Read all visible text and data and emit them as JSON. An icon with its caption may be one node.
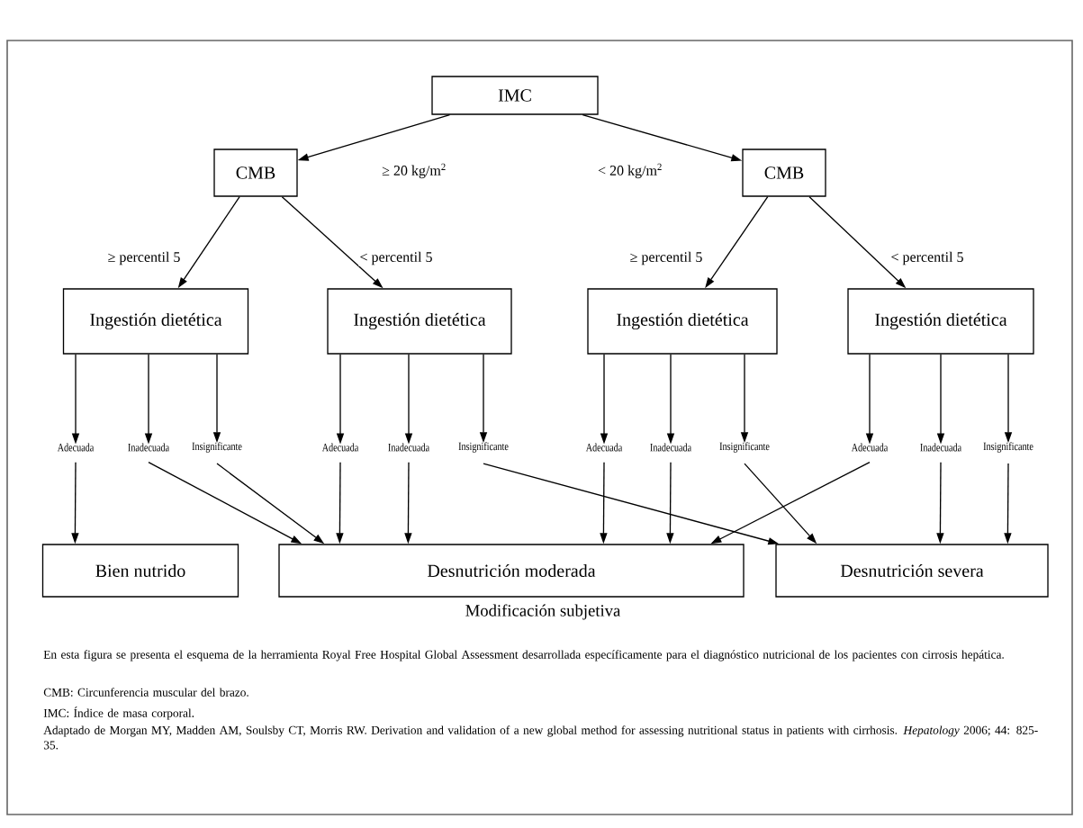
{
  "diagram": {
    "caption": "En esta figura se presenta el esquema de la herramienta Royal Free Hospital Global Assessment desarrollada específicamente para el diagnóstico nutricional de los pacientes con cirrosis hepática.",
    "nodes": [
      {
        "text": [
          "IMC"
        ]
      },
      {
        "text": [
          "CMB"
        ]
      },
      {
        "text": [
          "CMB"
        ]
      },
      {
        "text": [
          "Ingestión dietética"
        ]
      },
      {
        "text": [
          "Ingestión dietética"
        ]
      },
      {
        "text": [
          "Ingestión dietética"
        ]
      },
      {
        "text": [
          "Ingestión dietética"
        ]
      },
      {
        "text": [
          "Adecuada"
        ]
      },
      {
        "text": [
          "Inadecuada"
        ]
      },
      {
        "text": [
          "Insignificante"
        ]
      },
      {
        "text": [
          "Adecuada"
        ]
      },
      {
        "text": [
          "Inadecuada"
        ]
      },
      {
        "text": [
          "Insignificante"
        ]
      },
      {
        "text": [
          "Adecuada"
        ]
      },
      {
        "text": [
          "Inadecuada"
        ]
      },
      {
        "text": [
          "Insignificante"
        ]
      },
      {
        "text": [
          "Adecuada"
        ]
      },
      {
        "text": [
          "Inadecuada"
        ]
      },
      {
        "text": [
          "Insignificante"
        ]
      },
      {
        "text": [
          "Bien nutrido"
        ]
      },
      {
        "text": [
          "Desnutrición moderada"
        ]
      },
      {
        "text": [
          "Desnutrición severa"
        ]
      }
    ],
    "edges": [
      {
        "from": 0,
        "to": 1,
        "arrow": "to",
        "label": "≥ 20 kg/m$^{2}$"
      },
      {
        "from": 0,
        "to": 2,
        "arrow": "to",
        "label": "< 20 kg/m$^{2}$"
      },
      {
        "from": 1,
        "to": 3,
        "arrow": "to",
        "label": "≥ percentil 5"
      },
      {
        "from": 1,
        "to": 4,
        "arrow": "to",
        "label": "< percentil 5"
      },
      {
        "from": 2,
        "to": 5,
        "arrow": "to",
        "label": "≥ percentil 5"
      },
      {
        "from": 2,
        "to": 6,
        "arrow": "to",
        "label": "< percentil 5"
      },
      {
        "from": 3,
        "to": 7,
        "arrow": "to"
      },
      {
        "from": 3,
        "to": 8,
        "arrow": "to"
      },
      {
        "from": 3,
        "to": 9,
        "arrow": "to"
      },
      {
        "from": 4,
        "to": 10,
        "arrow": "to"
      },
      {
        "from": 4,
        "to": 11,
        "arrow": "to"
      },
      {
        "from": 4,
        "to": 12,
        "arrow": "to"
      },
      {
        "from": 5,
        "to": 13,
        "arrow": "to"
      },
      {
        "from": 5,
        "to": 14,
        "arrow": "to"
      },
      {
        "from": 5,
        "to": 15,
        "arrow": "to"
      },
      {
        "from": 6,
        "to": 16,
        "arrow": "to"
      },
      {
        "from": 6,
        "to": 17,
        "arrow": "to"
      },
      {
        "from": 6,
        "to": 18,
        "arrow": "to"
      },
      {
        "from": 7,
        "to": 19,
        "arrow": "to"
      },
      {
        "from": 8,
        "to": 20,
        "arrow": "to"
      },
      {
        "from": 9,
        "to": 20,
        "arrow": "to"
      },
      {
        "from": 10,
        "to": 20,
        "arrow": "to"
      },
      {
        "from": 11,
        "to": 20,
        "arrow": "to"
      },
      {
        "from": 12,
        "to": 21,
        "arrow": "to"
      },
      {
        "from": 13,
        "to": 20,
        "arrow": "to"
      },
      {
        "from": 14,
        "to": 20,
        "arrow": "to"
      },
      {
        "from": 15,
        "to": 21,
        "arrow": "to"
      },
      {
        "from": 16,
        "to": 20,
        "arrow": "to"
      },
      {
        "from": 17,
        "to": 21,
        "arrow": "to"
      },
      {
        "from": 18,
        "to": 21,
        "arrow": "to"
      }
    ],
    "labels": [
      "Modificación subjetiva",
      "CMB: Circunferencia muscular del brazo.",
      "IMC: Índice de masa corporal.",
      "Adaptado de Morgan MY, Madden AM, Soulsby CT, Morris RW. Derivation and validation of a new global method for assessing nutritional status in patients with cirrhosis. *Hepatology* 2006; 44: 825-35."
    ]
  }
}
